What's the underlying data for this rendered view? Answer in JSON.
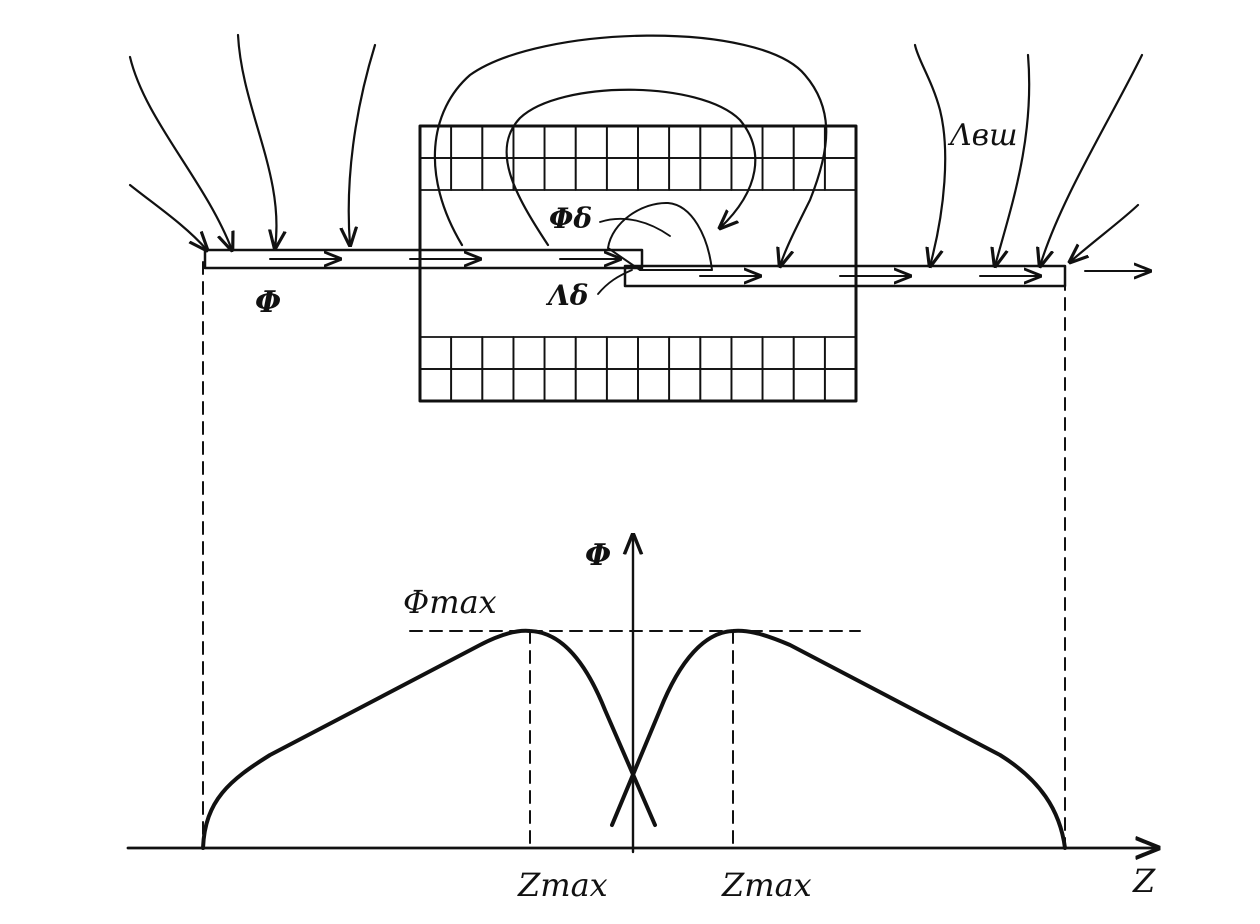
{
  "labels": {
    "flux_arrow": "Φ",
    "flux_gap": "Φδ",
    "gap_permeance": "Λδ",
    "leakage_permeance": "Λвш",
    "axis_flux": "Φ",
    "flux_max": "Φmax",
    "z_max_left": "Zmax",
    "z_max_right": "Zmax",
    "axis_z": "Z"
  },
  "colors": {
    "ink": "#111111",
    "background": "#ffffff"
  },
  "chart_data": {
    "type": "line",
    "x_axis_label": "Z",
    "y_axis_label": "Φ",
    "annotations": [
      "Φmax",
      "Zmax",
      "Zmax"
    ],
    "curve_shape": "flux rises from zero at both ends of the core, peaks at ±Zmax and falls to a minimum at the gap (z = 0)"
  }
}
